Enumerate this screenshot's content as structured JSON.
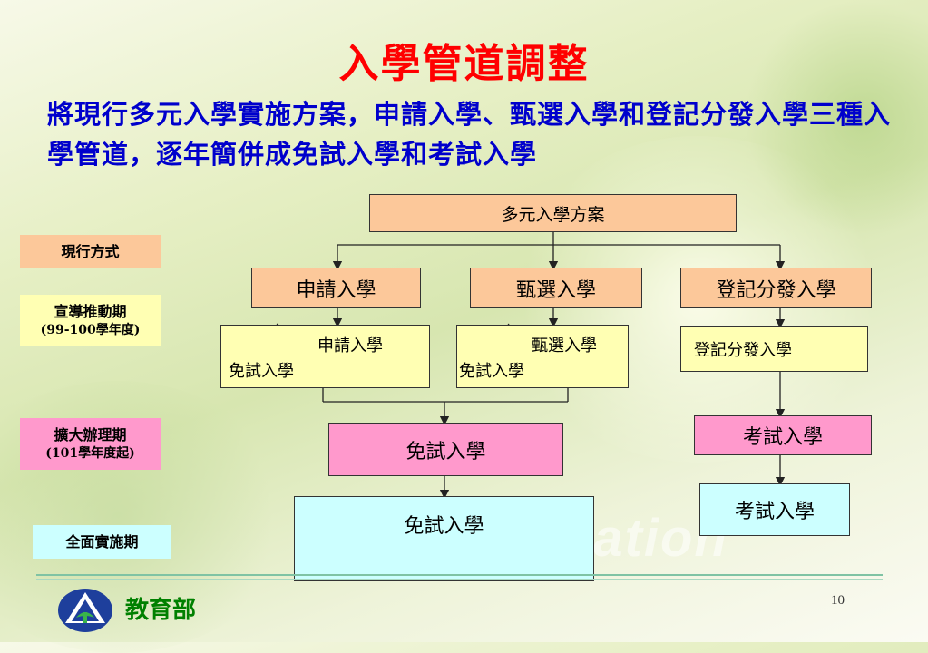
{
  "title": "入學管道調整",
  "subtitle": "將現行多元入學實施方案，申請入學、甄選入學和登記分發入學三種入學管道，逐年簡併成免試入學和考試入學",
  "watermark": "cation",
  "phases": {
    "current": "現行方式",
    "promotion": "宣導推動期",
    "promotion_period": "(99-100學年度)",
    "expansion": "擴大辦理期",
    "expansion_period": "(101學年度起)",
    "full": "全面實施期"
  },
  "flow": {
    "root": "多元入學方案",
    "channels": [
      "申請入學",
      "甄選入學",
      "登記分發入學"
    ],
    "promo_boxes": [
      {
        "top": "申請入學",
        "bottom": "免試入學"
      },
      {
        "top": "甄選入學",
        "bottom": "免試入學"
      },
      {
        "top": "登記分發入學"
      }
    ],
    "expansion_boxes": [
      "免試入學",
      "考試入學"
    ],
    "full_boxes": [
      "免試入學",
      "考試入學"
    ]
  },
  "footer": {
    "org": "教育部",
    "page": "10"
  },
  "colors": {
    "title": "#ff0000",
    "subtitle": "#0000cc",
    "orange": "#fcc89a",
    "yellow": "#ffffb3",
    "pink": "#ff99cc",
    "cyan": "#ccffff",
    "org": "#008000"
  }
}
